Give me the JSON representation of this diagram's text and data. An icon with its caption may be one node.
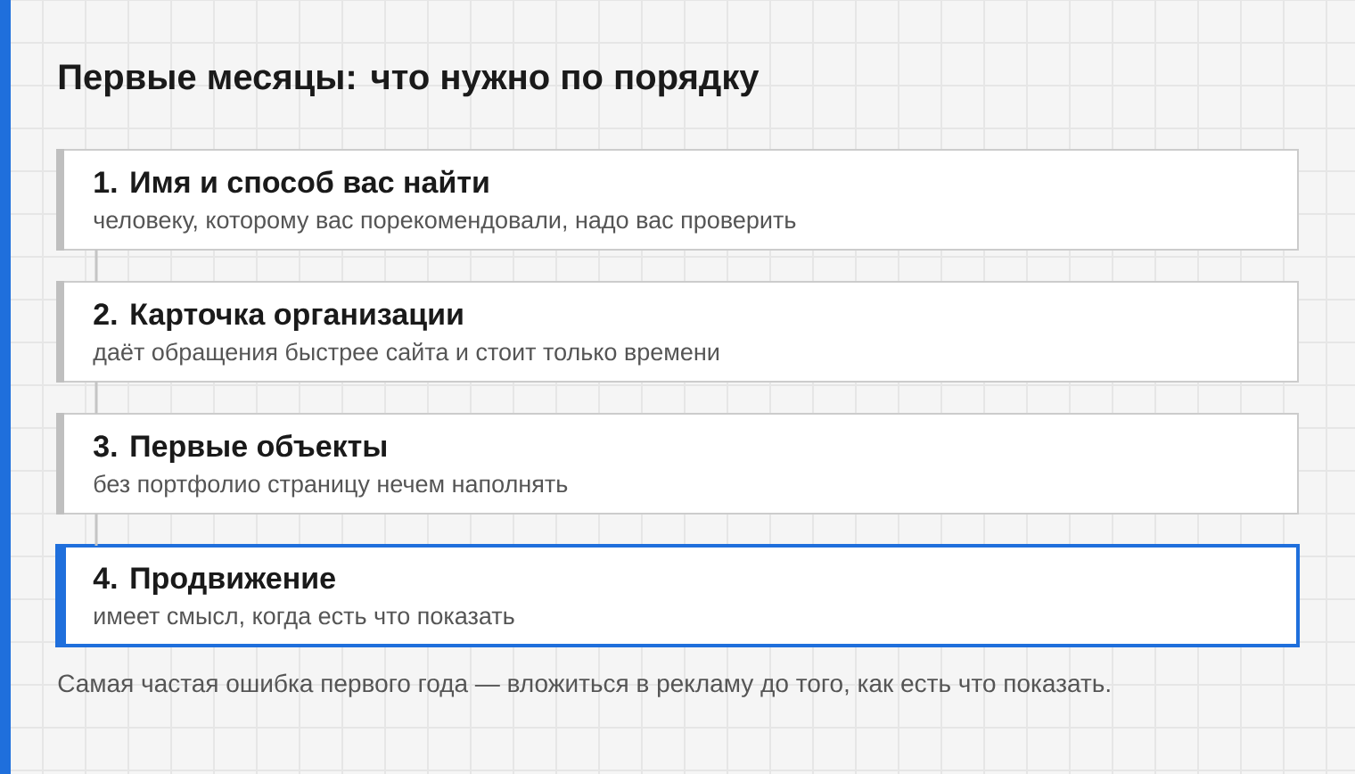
{
  "diagram": {
    "title": "Первые месяцы: что нужно по порядку",
    "caption": "Самая частая ошибка первого года — вложиться в рекламу до того, как есть что показать.",
    "nodes": [
      {
        "text": [
          "1. Имя и способ вас найти",
          "человеку, которому вас порекомендовали, надо вас проверить"
        ]
      },
      {
        "text": [
          "2. Карточка организации",
          "даёт обращения быстрее сайта и стоит только времени"
        ]
      },
      {
        "text": [
          "3. Первые объекты",
          "без портфолио страницу нечем наполнять"
        ]
      },
      {
        "text": [
          "4. Продвижение",
          "имеет смысл, когда есть что показать"
        ]
      }
    ],
    "edges": [
      {
        "from": 0,
        "to": 1,
        "arrow": "none"
      },
      {
        "from": 1,
        "to": 2,
        "arrow": "none"
      },
      {
        "from": 2,
        "to": 3,
        "arrow": "none"
      }
    ]
  }
}
